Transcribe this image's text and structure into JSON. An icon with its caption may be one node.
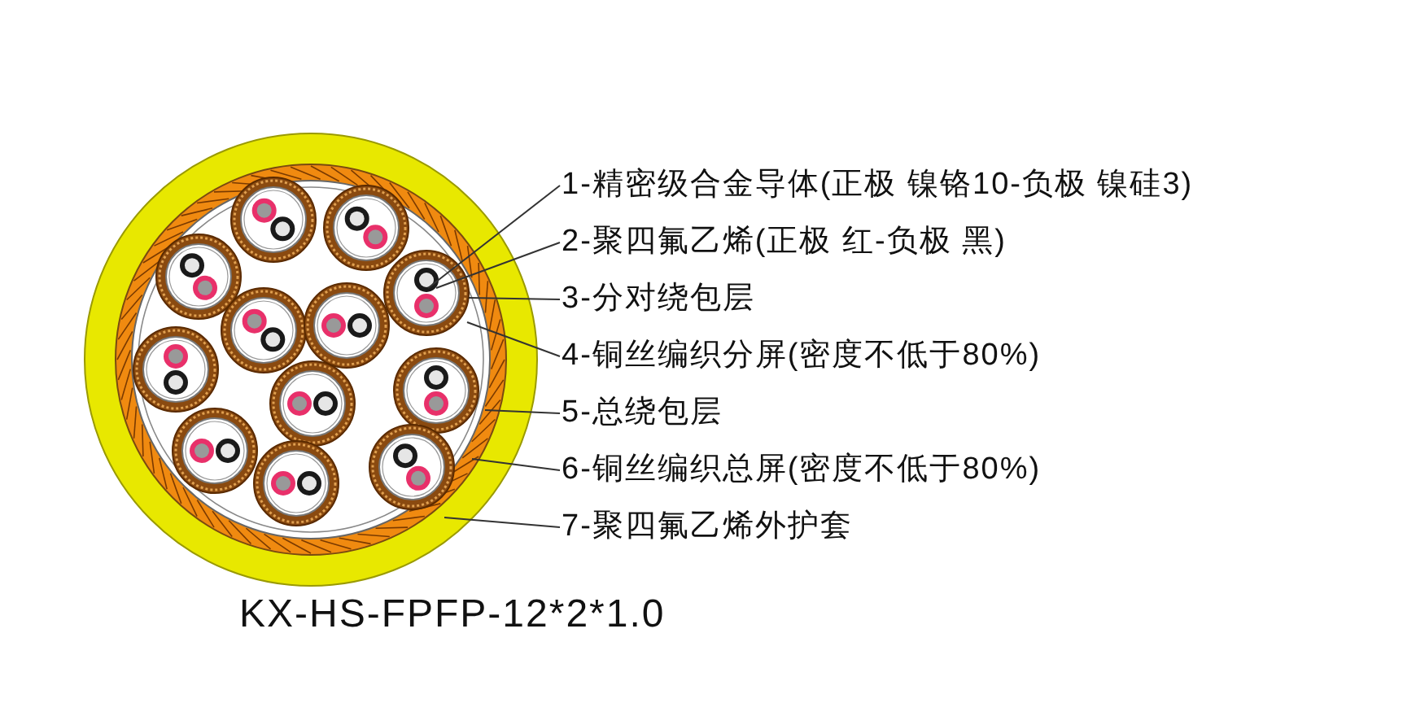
{
  "diagram": {
    "nodes": [
      {
        "text": [
          "1-精密级合金导体(正极 镍铬10-负极 镍硅3)"
        ]
      },
      {
        "text": [
          "2-聚四氟乙烯(正极 红-负极 黑)"
        ]
      },
      {
        "text": [
          "3-分对绕包层"
        ]
      },
      {
        "text": [
          "4-铜丝编织分屏(密度不低于80%)"
        ]
      },
      {
        "text": [
          "5-总绕包层"
        ]
      },
      {
        "text": [
          "6-铜丝编织总屏(密度不低于80%)"
        ]
      },
      {
        "text": [
          "7-聚四氟乙烯外护套"
        ]
      }
    ],
    "edges": [
      {
        "from": 0,
        "to": null,
        "arrow": "none"
      },
      {
        "from": 1,
        "to": null,
        "arrow": "none"
      },
      {
        "from": 2,
        "to": null,
        "arrow": "none"
      },
      {
        "from": 3,
        "to": null,
        "arrow": "none"
      },
      {
        "from": 4,
        "to": null,
        "arrow": "none"
      },
      {
        "from": 5,
        "to": null,
        "arrow": "none"
      },
      {
        "from": 6,
        "to": null,
        "arrow": "none"
      }
    ],
    "labels": [
      "KX-HS-FPFP-12*2*1.0"
    ]
  }
}
